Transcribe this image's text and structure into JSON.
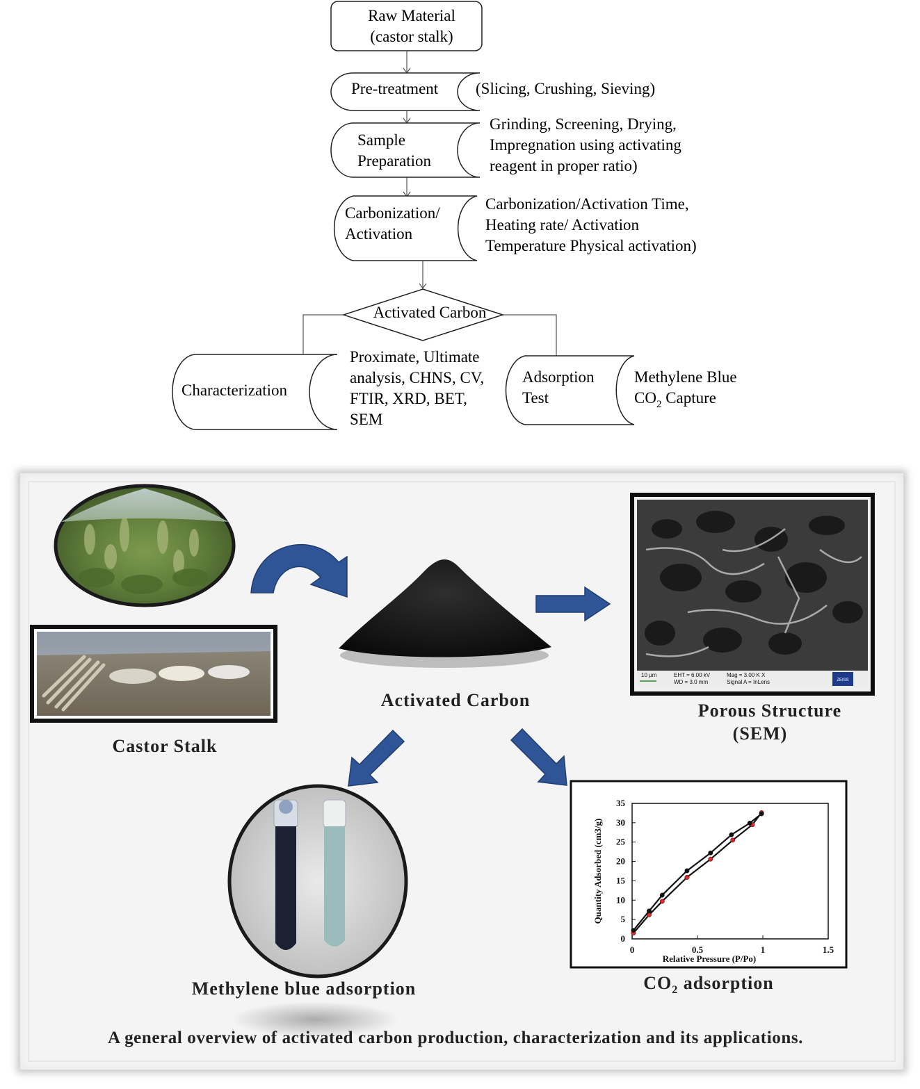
{
  "flowchart": {
    "raw_material": {
      "line1": "Raw Material",
      "line2": "(castor stalk)"
    },
    "pretreatment": {
      "label": "Pre-treatment",
      "note": "(Slicing, Crushing, Sieving)"
    },
    "sample_preparation": {
      "line1": "Sample",
      "line2": "Preparation",
      "note1": "Grinding, Screening, Drying,",
      "note2": "Impregnation using activating",
      "note3": "reagent in proper ratio)"
    },
    "carbonization": {
      "line1": "Carbonization/",
      "line2": "Activation",
      "note1": "Carbonization/Activation Time,",
      "note2": "Heating rate/ Activation",
      "note3": "Temperature Physical activation)"
    },
    "activated_carbon": "Activated Carbon",
    "characterization": {
      "label": "Characterization",
      "note1": "Proximate, Ultimate",
      "note2": "analysis, CHNS, CV,",
      "note3": "FTIR, XRD, BET,",
      "note4": "SEM"
    },
    "adsorption_test": {
      "line1": "Adsorption",
      "line2": "Test",
      "note1": "Methylene Blue",
      "note2_prefix": "CO",
      "note2_sub": "2",
      "note2_suffix": " Capture"
    }
  },
  "panel": {
    "castor_stalk": "Castor Stalk",
    "activated_carbon": "Activated Carbon",
    "porous_line1": "Porous Structure",
    "porous_line2": "(SEM)",
    "methylene": "Methylene blue adsorption",
    "co2_prefix": "CO",
    "co2_sub": "2",
    "co2_suffix": " adsorption",
    "caption": "A general overview of activated carbon production, characterization and its applications.",
    "sem_info": {
      "scale": "10 µm",
      "eht": "EHT = 6.00 kV",
      "wd": "WD = 3.0 mm",
      "mag": "Mag = 3.00 K X",
      "signal": "Signal A = InLens",
      "brand": "ZEISS"
    }
  },
  "chart_data": {
    "type": "line",
    "xlabel": "Relative Pressure (P/Po)",
    "ylabel": "Quantity Adsorbed (cm3/g)",
    "xlim": [
      0,
      1.5
    ],
    "ylim": [
      0,
      35
    ],
    "xticks": [
      "0",
      "0.5",
      "1",
      "1.5"
    ],
    "yticks": [
      "0",
      "5",
      "10",
      "15",
      "20",
      "25",
      "30",
      "35"
    ],
    "grid": false,
    "series": [
      {
        "marker_color": "#e8262a",
        "x": [
          0.01,
          0.13,
          0.23,
          0.42,
          0.6,
          0.77,
          0.92,
          0.99
        ],
        "y": [
          1.5,
          6.2,
          9.7,
          15.9,
          20.6,
          25.5,
          29.5,
          32.6
        ]
      },
      {
        "marker_color": "#111111",
        "x": [
          0.01,
          0.13,
          0.23,
          0.42,
          0.6,
          0.76,
          0.9,
          0.99
        ],
        "y": [
          2.2,
          7.2,
          11.3,
          17.6,
          22.2,
          26.9,
          29.9,
          32.3
        ]
      }
    ]
  },
  "colors": {
    "arrow_fill": "#2f5597",
    "arrow_stroke": "#1f3d6e",
    "curve_red": "#e8262a"
  }
}
